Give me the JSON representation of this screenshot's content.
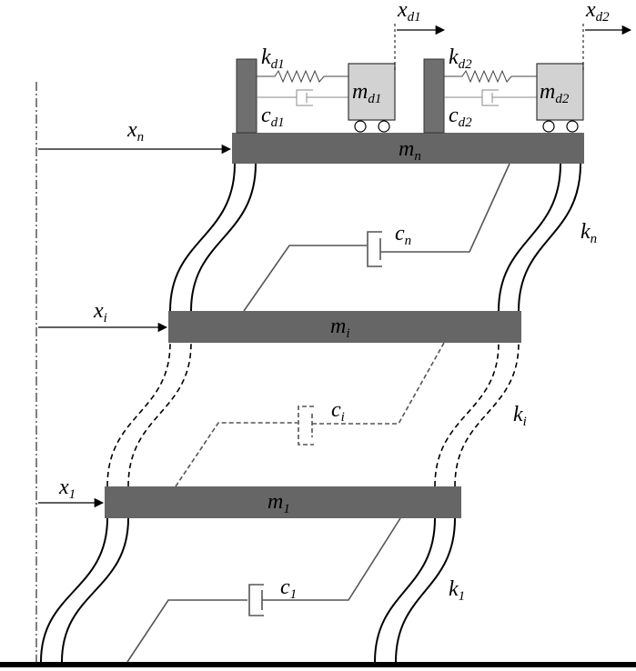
{
  "colors": {
    "floor": "#666666",
    "ground": "#000000",
    "column": "#000000",
    "damper": "#555555",
    "tmd_mass": "#d2d2d2",
    "tmd_wall": "#6f6f6f"
  },
  "labels": {
    "xn": {
      "main": "x",
      "sub": "n"
    },
    "xi": {
      "main": "x",
      "sub": "i"
    },
    "x1": {
      "main": "x",
      "sub": "1"
    },
    "mn": {
      "main": "m",
      "sub": "n"
    },
    "mi": {
      "main": "m",
      "sub": "i"
    },
    "m1": {
      "main": "m",
      "sub": "1"
    },
    "cn": {
      "main": "c",
      "sub": "n"
    },
    "ci": {
      "main": "c",
      "sub": "i"
    },
    "c1": {
      "main": "c",
      "sub": "1"
    },
    "kn": {
      "main": "k",
      "sub": "n"
    },
    "ki": {
      "main": "k",
      "sub": "i"
    },
    "k1": {
      "main": "k",
      "sub": "1"
    },
    "kd1": {
      "main": "k",
      "sub": "d1"
    },
    "cd1": {
      "main": "c",
      "sub": "d1"
    },
    "md1": {
      "main": "m",
      "sub": "d1"
    },
    "xd1": {
      "main": "x",
      "sub": "d1"
    },
    "kd2": {
      "main": "k",
      "sub": "d2"
    },
    "cd2": {
      "main": "c",
      "sub": "d2"
    },
    "md2": {
      "main": "m",
      "sub": "d2"
    },
    "xd2": {
      "main": "x",
      "sub": "d2"
    }
  }
}
